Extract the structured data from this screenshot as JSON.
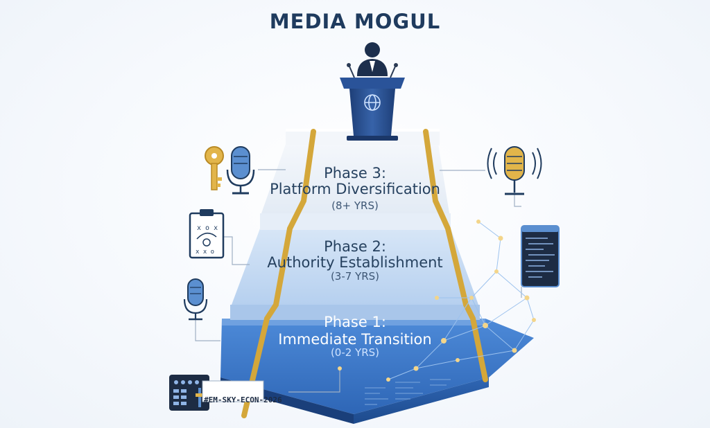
{
  "title": "MEDIA MOGUL",
  "phases": [
    {
      "title": "Phase 3:",
      "name": "Platform Diversification",
      "years": "(8+ YRS)"
    },
    {
      "title": "Phase 2:",
      "name": "Authority Establishment",
      "years": "(3-7 YRS)"
    },
    {
      "title": "Phase 1:",
      "name": "Immediate Transition",
      "years": "(0-2 YRS)"
    }
  ],
  "tag": "#EM-SKY-ECON-2026",
  "colors": {
    "title": "#1f3b5e",
    "accent_gold": "#d4a73a",
    "step_blue": "#2f6cc0"
  },
  "icons": [
    "speaker-at-podium-icon",
    "globe-icon",
    "key-icon",
    "microphone-icon",
    "clipboard-strategy-icon",
    "code-panel-icon",
    "mixing-console-icon"
  ]
}
